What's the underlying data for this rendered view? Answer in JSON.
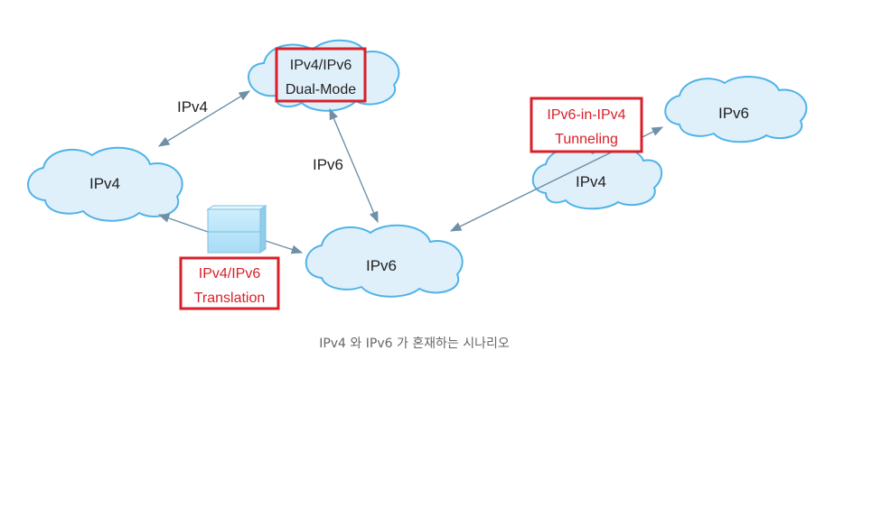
{
  "diagram": {
    "clouds": {
      "left_ipv4": "IPv4",
      "bottom_ipv6": "IPv6",
      "right_ipv6": "IPv6",
      "right_ipv4": "IPv4"
    },
    "links": {
      "top_left": "IPv4",
      "top_bottom": "IPv6"
    },
    "boxes": {
      "dual_mode": {
        "line1": "IPv4/IPv6",
        "line2": "Dual-Mode"
      },
      "tunneling": {
        "line1": "IPv6-in-IPv4",
        "line2": "Tunneling"
      },
      "translation": {
        "line1": "IPv4/IPv6",
        "line2": "Translation"
      }
    }
  },
  "caption": "IPv4 와 IPv6 가 혼재하는 시나리오",
  "colors": {
    "cloud_fill": "#dff0fb",
    "cloud_stroke": "#4fb3e8",
    "highlight_red": "#d8202a",
    "arrow": "#6f90a6"
  }
}
